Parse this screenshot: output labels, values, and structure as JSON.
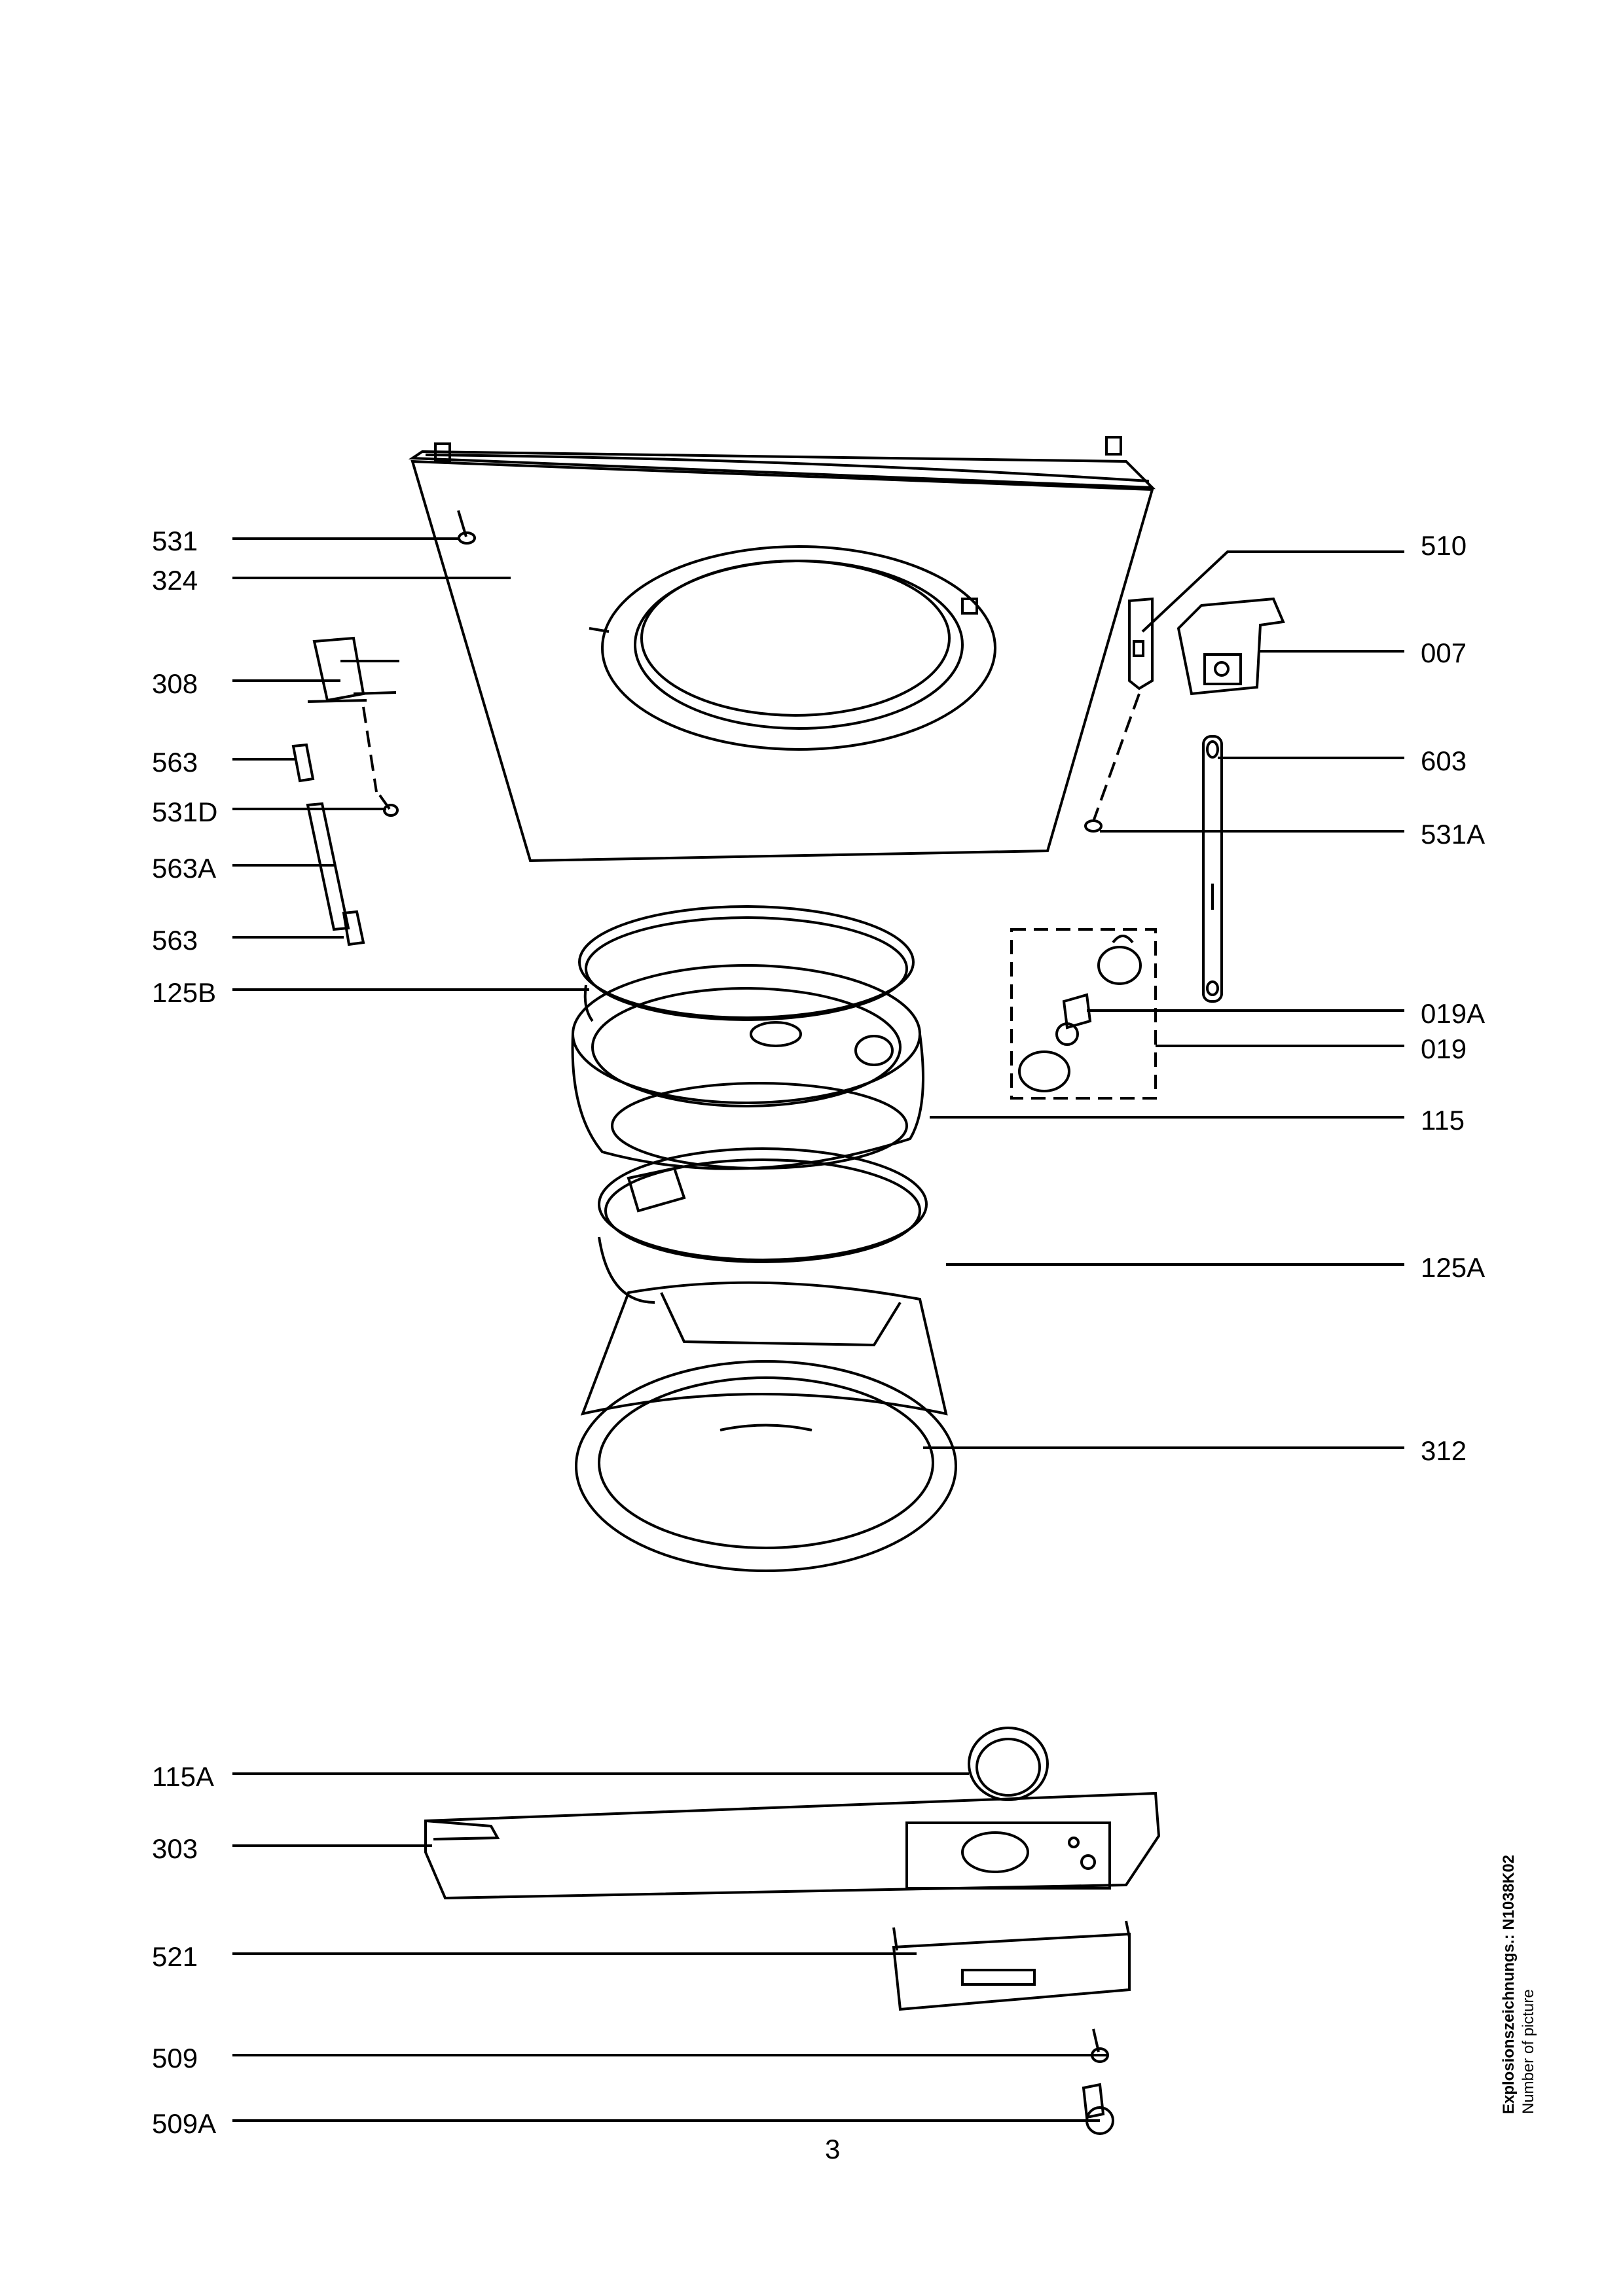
{
  "labels_left": [
    {
      "id": "531",
      "text": "531"
    },
    {
      "id": "324",
      "text": "324"
    },
    {
      "id": "308",
      "text": "308"
    },
    {
      "id": "563a",
      "text": "563"
    },
    {
      "id": "531D",
      "text": "531D"
    },
    {
      "id": "563A",
      "text": "563A"
    },
    {
      "id": "563b",
      "text": "563"
    },
    {
      "id": "125B",
      "text": "125B"
    },
    {
      "id": "115A",
      "text": "115A"
    },
    {
      "id": "303",
      "text": "303"
    },
    {
      "id": "521",
      "text": "521"
    },
    {
      "id": "509",
      "text": "509"
    },
    {
      "id": "509A",
      "text": "509A"
    }
  ],
  "labels_right": [
    {
      "id": "510",
      "text": "510"
    },
    {
      "id": "007",
      "text": "007"
    },
    {
      "id": "603",
      "text": "603"
    },
    {
      "id": "531A",
      "text": "531A"
    },
    {
      "id": "019A",
      "text": "019A"
    },
    {
      "id": "019",
      "text": "019"
    },
    {
      "id": "115",
      "text": "115"
    },
    {
      "id": "125A",
      "text": "125A"
    },
    {
      "id": "312",
      "text": "312"
    }
  ],
  "page_number": "3",
  "side_info": {
    "line1": "Explosionszeichnungs.: N1038K02",
    "line2": "Number of picture"
  }
}
